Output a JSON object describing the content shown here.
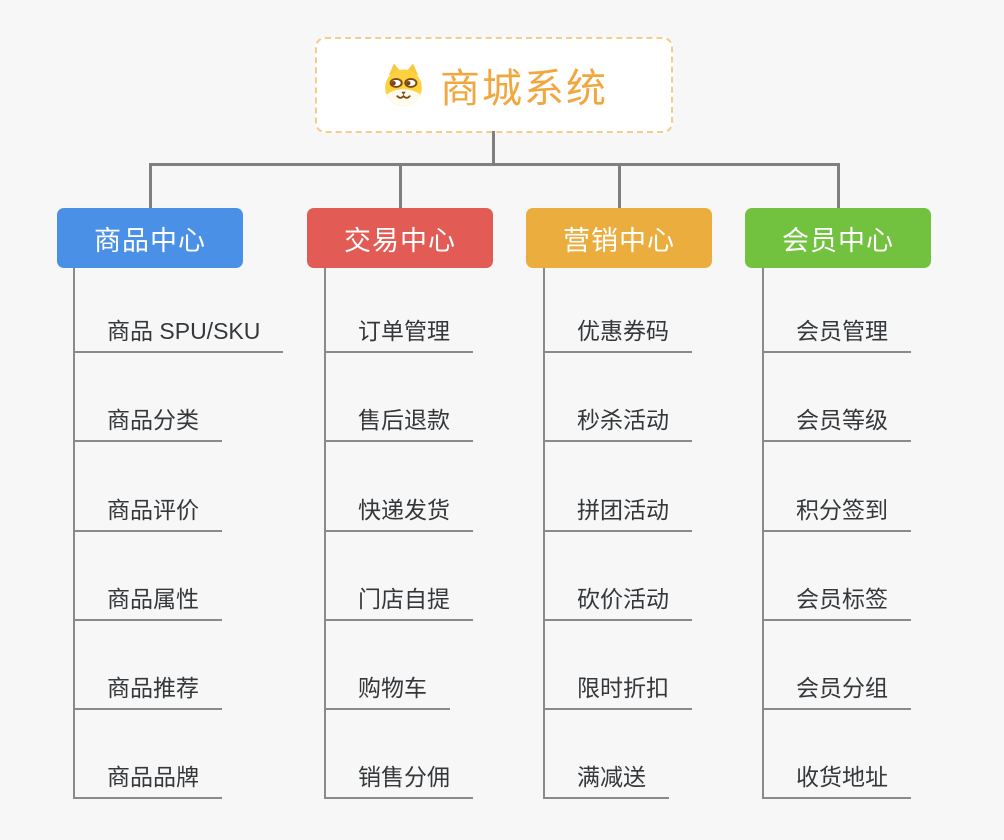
{
  "canvas": {
    "background": "#f7f7f7",
    "connector_color": "#7f7f7f",
    "underline_color": "#8a8a8a",
    "child_text_color": "#35383b"
  },
  "root": {
    "title": "商城系统",
    "title_color": "#f0a73e",
    "border_color": "#f2cd8c",
    "icon": "dog-face-icon"
  },
  "branches": [
    {
      "label": "商品中心",
      "color": "#4a90e6",
      "children": [
        "商品 SPU/SKU",
        "商品分类",
        "商品评价",
        "商品属性",
        "商品推荐",
        "商品品牌"
      ]
    },
    {
      "label": "交易中心",
      "color": "#e25b55",
      "children": [
        "订单管理",
        "售后退款",
        "快递发货",
        "门店自提",
        "购物车",
        "销售分佣"
      ]
    },
    {
      "label": "营销中心",
      "color": "#ebae3e",
      "children": [
        "优惠券码",
        "秒杀活动",
        "拼团活动",
        "砍价活动",
        "限时折扣",
        "满减送"
      ]
    },
    {
      "label": "会员中心",
      "color": "#72c13f",
      "children": [
        "会员管理",
        "会员等级",
        "积分签到",
        "会员标签",
        "会员分组",
        "收货地址"
      ]
    }
  ]
}
